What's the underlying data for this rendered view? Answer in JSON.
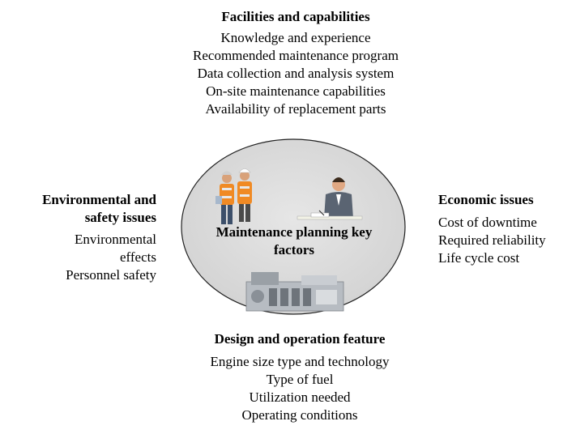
{
  "facilities": {
    "heading": "Facilities and capabilities",
    "items": [
      "Knowledge and experience",
      "Recommended maintenance program",
      "Data collection and analysis system",
      "On-site maintenance capabilities",
      "Availability of replacement parts"
    ]
  },
  "environmental": {
    "heading_line1": "Environmental and",
    "heading_line2": "safety issues",
    "items": [
      "Environmental",
      "effects",
      "Personnel safety"
    ]
  },
  "economic": {
    "heading": "Economic issues",
    "items": [
      "Cost of downtime",
      "Required reliability",
      "Life cycle cost"
    ]
  },
  "design": {
    "heading": "Design and operation feature",
    "items": [
      "Engine size type and technology",
      "Type of fuel",
      "Utilization needed",
      "Operating conditions"
    ]
  },
  "hub": {
    "label_line1": "Maintenance planning key",
    "label_line2": "factors"
  }
}
